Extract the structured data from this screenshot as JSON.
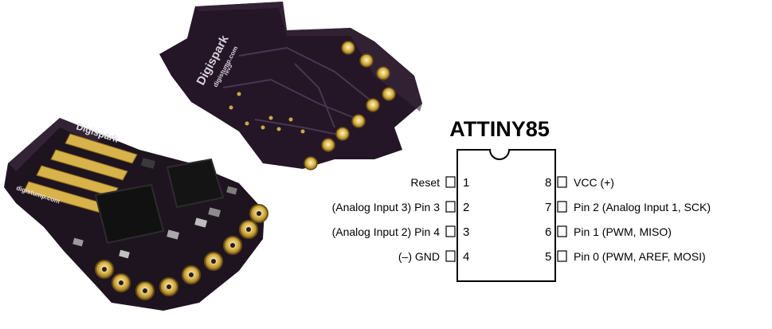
{
  "photo": {
    "silkscreen_top": [
      "Digispark",
      "digistump.com"
    ],
    "silkscreen_back": [
      "Digispark",
      "rev3",
      "digistump.com"
    ]
  },
  "chip": {
    "title": "ATTINY85",
    "left_pins": [
      {
        "number": "1",
        "label": "Reset"
      },
      {
        "number": "2",
        "label": "(Analog Input 3) Pin 3"
      },
      {
        "number": "3",
        "label": "(Analog Input 2) Pin 4"
      },
      {
        "number": "4",
        "label": "(–) GND"
      }
    ],
    "right_pins": [
      {
        "number": "8",
        "label": "VCC (+)"
      },
      {
        "number": "7",
        "label": "Pin 2 (Analog Input 1, SCK)"
      },
      {
        "number": "6",
        "label": "Pin 1 (PWM, MISO)"
      },
      {
        "number": "5",
        "label": "Pin 0 (PWM, AREF, MOSI)"
      }
    ]
  }
}
